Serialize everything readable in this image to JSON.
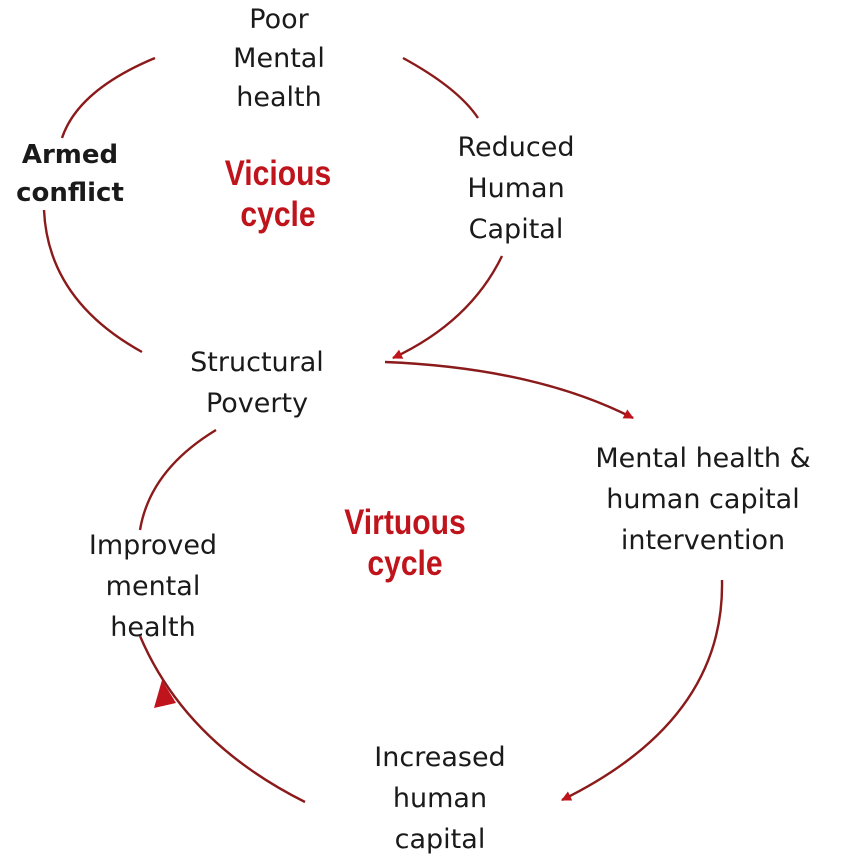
{
  "colors": {
    "arc": "#8b1a1a",
    "arrowhead": "#c0141c",
    "cycle_label": "#c0141c",
    "text": "#1a1a1a"
  },
  "nodes": {
    "poor_mental_health": [
      "Poor",
      "Mental",
      "health"
    ],
    "armed_conflict": [
      "Armed",
      "conflict"
    ],
    "reduced_human_capital": [
      "Reduced",
      "Human",
      "Capital"
    ],
    "structural_poverty": [
      "Structural",
      "Poverty"
    ],
    "intervention": [
      "Mental health &",
      "human capital",
      "intervention"
    ],
    "improved_mental_health": [
      "Improved",
      "mental",
      "health"
    ],
    "increased_human_capital": [
      "Increased",
      "human",
      "capital"
    ]
  },
  "cycles": {
    "vicious": [
      "Vicious",
      "cycle"
    ],
    "virtuous": [
      "Virtuous",
      "cycle"
    ]
  }
}
